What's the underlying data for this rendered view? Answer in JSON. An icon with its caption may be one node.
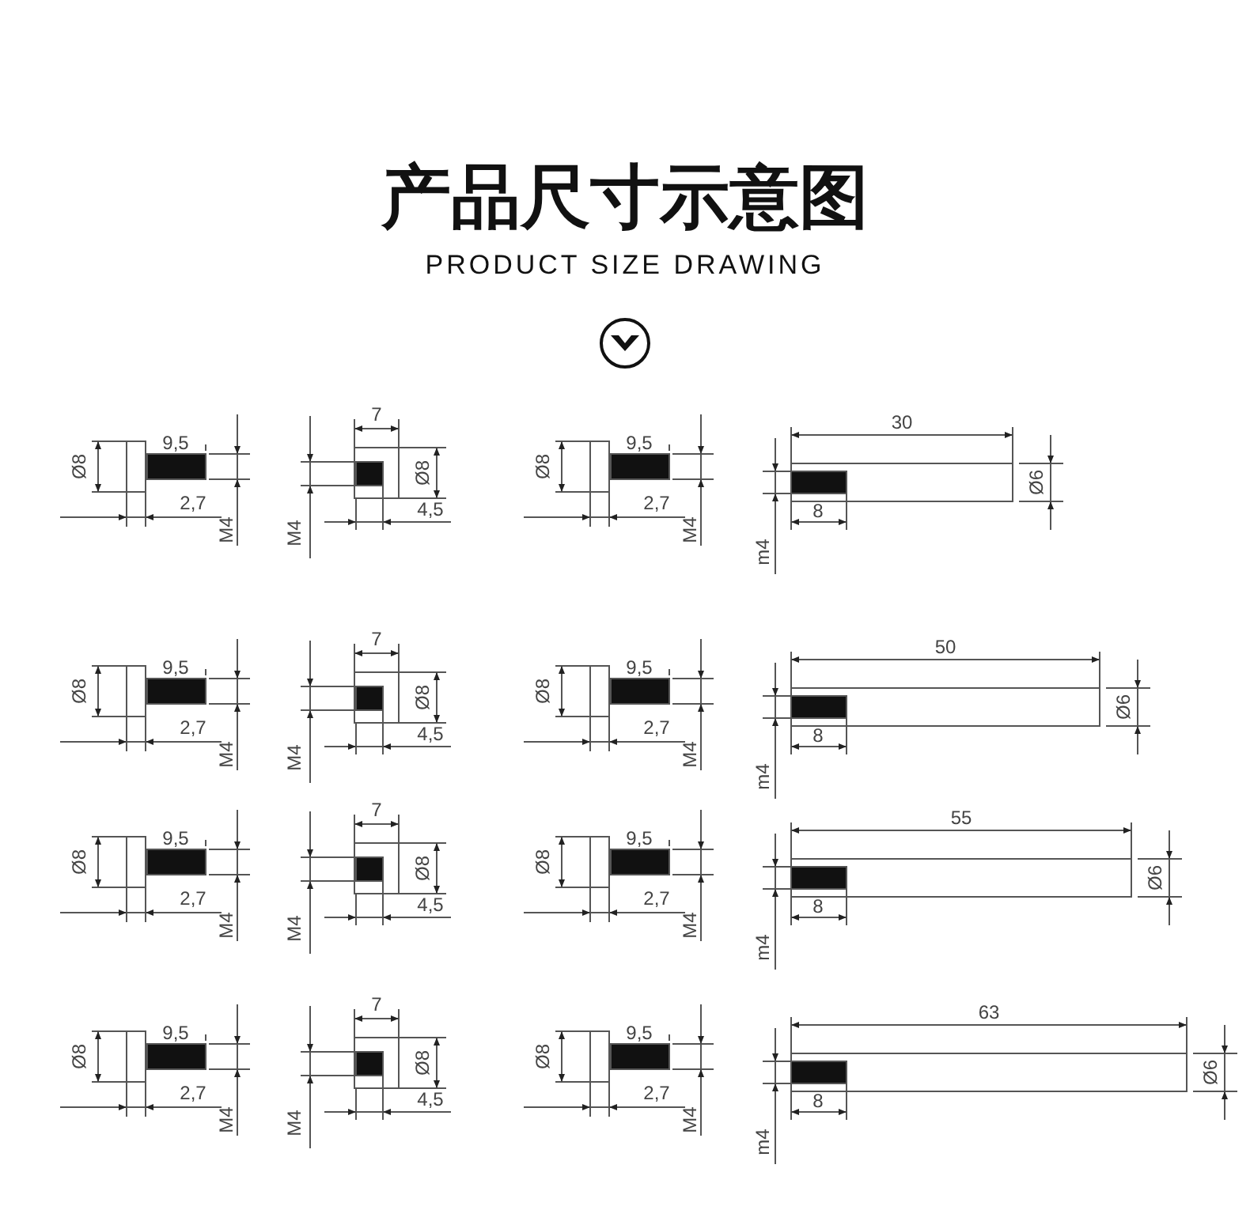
{
  "diagram": {
    "title": "产品尺寸示意图",
    "labels": [
      "PRODUCT SIZE DRAWING",
      "Ø8",
      "9,5",
      "2,7",
      "M4",
      "7",
      "Ø8",
      "M4",
      "4,5",
      "Ø8",
      "9,5",
      "2,7",
      "M4",
      "30",
      "Ø6",
      "m4",
      "8",
      "Ø8",
      "9,5",
      "2,7",
      "M4",
      "7",
      "Ø8",
      "M4",
      "4,5",
      "Ø8",
      "9,5",
      "2,7",
      "M4",
      "50",
      "Ø6",
      "m4",
      "8",
      "Ø8",
      "9,5",
      "2,7",
      "M4",
      "7",
      "Ø8",
      "M4",
      "4,5",
      "Ø8",
      "9,5",
      "2,7",
      "M4",
      "55",
      "Ø6",
      "m4",
      "8",
      "Ø8",
      "9,5",
      "2,7",
      "M4",
      "7",
      "Ø8",
      "M4",
      "4,5",
      "Ø8",
      "9,5",
      "2,7",
      "M4",
      "63",
      "Ø6",
      "m4",
      "8"
    ]
  }
}
